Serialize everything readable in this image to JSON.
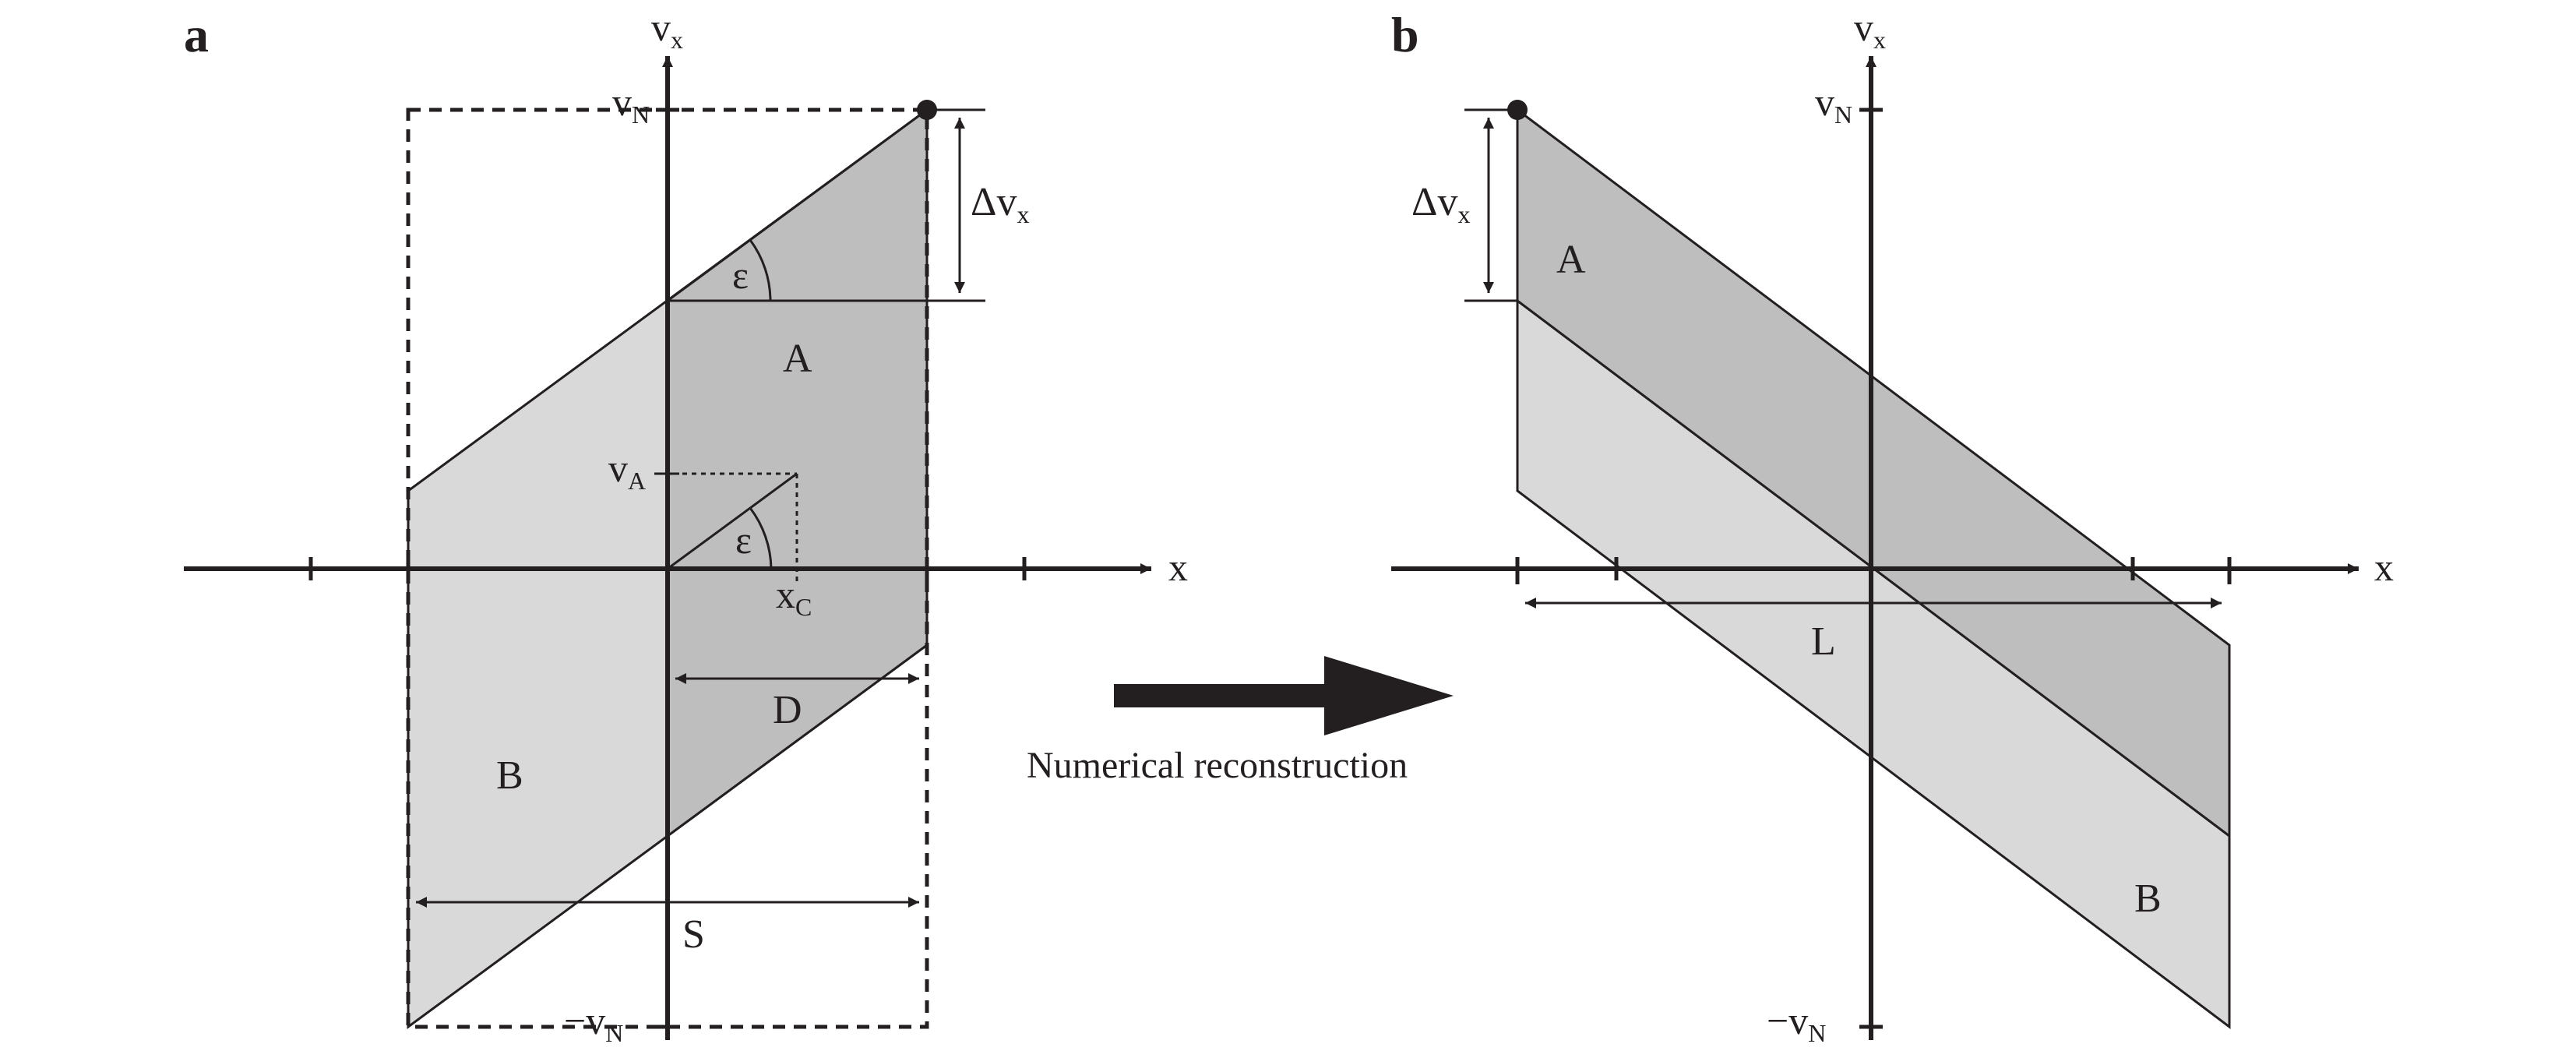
{
  "colors": {
    "ink": "#231f20",
    "region_a": "#bdbebd",
    "region_b": "#d9d9d9",
    "background": "#ffffff"
  },
  "panel_a": {
    "letter": "a",
    "axis_y_symbol": "v",
    "axis_y_sub": "x",
    "axis_x_label": "x",
    "vn_symbol": "v",
    "vn_sub": "N",
    "neg_vn_symbol": "−v",
    "neg_vn_sub": "N",
    "delta_symbol": "Δv",
    "delta_sub": "x",
    "epsilon": "ε",
    "region_a": "A",
    "region_b": "B",
    "va_symbol": "v",
    "va_sub": "A",
    "xc_symbol": "x",
    "xc_sub": "C",
    "d_label": "D",
    "s_label": "S"
  },
  "arrow_caption": "Numerical reconstruction",
  "panel_b": {
    "letter": "b",
    "axis_y_symbol": "v",
    "axis_y_sub": "x",
    "axis_x_label": "x",
    "vn_symbol": "v",
    "vn_sub": "N",
    "neg_vn_symbol": "−v",
    "neg_vn_sub": "N",
    "delta_symbol": "Δv",
    "delta_sub": "x",
    "region_a": "A",
    "region_b": "B",
    "l_label": "L"
  }
}
